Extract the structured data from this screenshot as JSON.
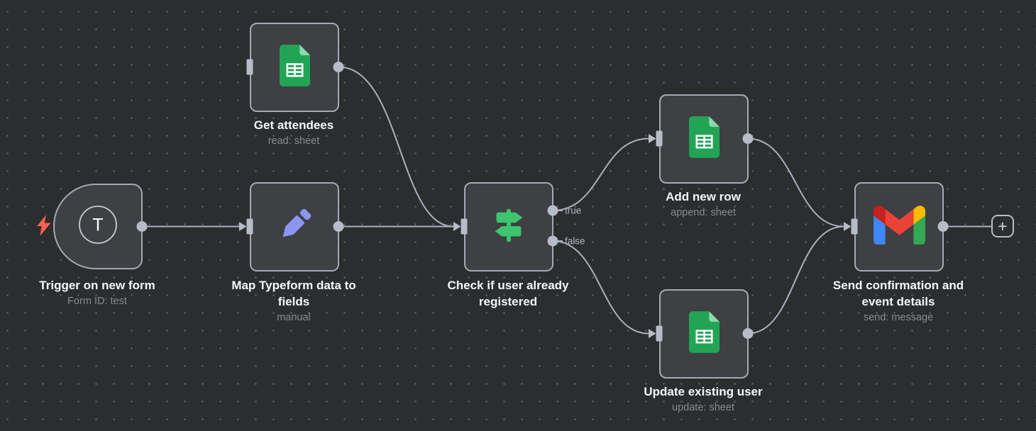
{
  "canvas": {
    "background_color": "#2c2d2e",
    "dot_color": "#56595b",
    "wire_color": "#aab1bd",
    "connector_color": "#b6bcc8",
    "node_fill": "#3e4043",
    "node_border": "#a4aab4"
  },
  "nodes": {
    "trigger": {
      "title": "Trigger on new form",
      "subtitle": "Form ID: test",
      "icon": "typeform-icon",
      "letter": "T"
    },
    "get_attendees": {
      "title": "Get attendees",
      "subtitle": "read: sheet",
      "icon": "google-sheets-icon"
    },
    "map_fields": {
      "title": "Map Typeform data to fields",
      "subtitle": "manual",
      "icon": "pencil-icon"
    },
    "check_registered": {
      "title": "Check if user already registered",
      "icon": "switch-icon",
      "outputs": {
        "true_label": "true",
        "false_label": "false"
      }
    },
    "add_new_row": {
      "title": "Add new row",
      "subtitle": "append: sheet",
      "icon": "google-sheets-icon"
    },
    "update_existing_user": {
      "title": "Update existing user",
      "subtitle": "update: sheet",
      "icon": "google-sheets-icon"
    },
    "send_confirmation": {
      "title": "Send confirmation and event details",
      "subtitle": "send: message",
      "icon": "gmail-icon"
    }
  },
  "connections": [
    {
      "from": "trigger",
      "to": "map_fields"
    },
    {
      "from": "get_attendees",
      "to": "check_registered"
    },
    {
      "from": "map_fields",
      "to": "check_registered"
    },
    {
      "from": "check_registered",
      "output": "true",
      "to": "add_new_row"
    },
    {
      "from": "check_registered",
      "output": "false",
      "to": "update_existing_user"
    },
    {
      "from": "add_new_row",
      "to": "send_confirmation"
    },
    {
      "from": "update_existing_user",
      "to": "send_confirmation"
    },
    {
      "from": "send_confirmation",
      "to": "add_node_button"
    }
  ],
  "add_node_button": {
    "label": "+"
  },
  "icon_colors": {
    "sheets_green": "#22a455",
    "sheets_fold": "#8fd8ad",
    "pencil_purple": "#8d95f2",
    "switch_green": "#3dc46e",
    "bolt_red": "#ff6150",
    "gmail_blue": "#4285f4",
    "gmail_green": "#34a853",
    "gmail_yellow": "#fbbc04",
    "gmail_red": "#ea4335",
    "gmail_dark_red": "#c5221f"
  }
}
